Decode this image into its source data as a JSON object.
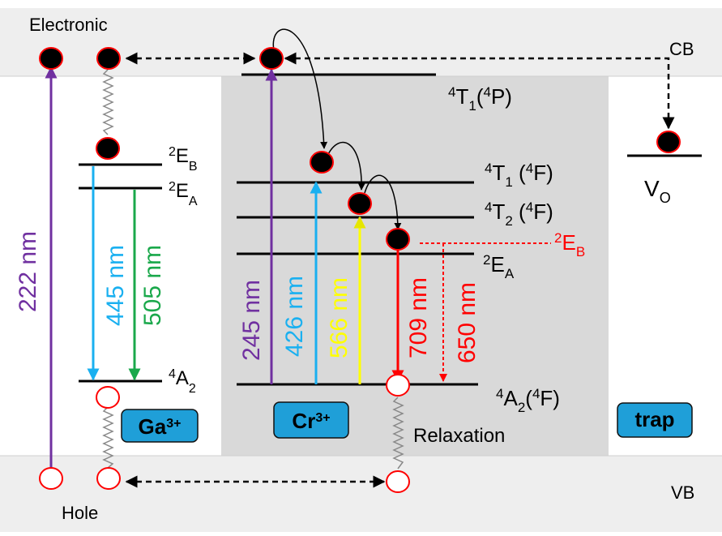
{
  "bands": {
    "cb_label": "CB",
    "vb_label": "VB",
    "electron_label": "Electronic",
    "hole_label": "Hole",
    "band_fill": "#eeeeee",
    "panel_fill": "#d9d9d9"
  },
  "colors": {
    "violet": "#7030a0",
    "cyan": "#1ab0f0",
    "green": "#1aa84b",
    "yellow": "#ffff00",
    "red": "#ff0000",
    "badge": "#1f9fd8",
    "electron": "#000000",
    "outline": "#ff0000"
  },
  "ga": {
    "badge_main": "Ga",
    "badge_sup": "3+",
    "level_eb": {
      "main": "E",
      "pre": "2",
      "sub": "B"
    },
    "level_ea": {
      "main": "E",
      "pre": "2",
      "sub": "A"
    },
    "level_a2": {
      "main": "A",
      "pre": "4",
      "sub": "2"
    },
    "transitions": {
      "excitation": "222 nm",
      "blue": "445 nm",
      "green": "505 nm"
    }
  },
  "cr": {
    "badge_main": "Cr",
    "badge_sup": "3+",
    "level_t1p": {
      "pre": "4",
      "main": "T",
      "sub": "1",
      "post": "(",
      "pre2": "4",
      "main2": "P)"
    },
    "level_t1f": {
      "pre": "4",
      "main": "T",
      "sub": "1",
      "post": " (",
      "pre2": "4",
      "main2": "F)"
    },
    "level_t2f": {
      "pre": "4",
      "main": "T",
      "sub": "2",
      "post": " (",
      "pre2": "4",
      "main2": "F)"
    },
    "level_eb": {
      "pre": "2",
      "main": "E",
      "sub": "B"
    },
    "level_ea": {
      "pre": "2",
      "main": "E",
      "sub": "A"
    },
    "level_a2f": {
      "pre": "4",
      "main": "A",
      "sub": "2",
      "post": "(",
      "pre2": "4",
      "main2": "F)"
    },
    "transitions": {
      "t245": "245 nm",
      "t426": "426 nm",
      "t566": "566 nm",
      "t709": "709 nm",
      "t650": "650 nm"
    },
    "relaxation": "Relaxation"
  },
  "trap": {
    "badge": "trap",
    "level": {
      "main": "V",
      "sub": "O"
    }
  }
}
